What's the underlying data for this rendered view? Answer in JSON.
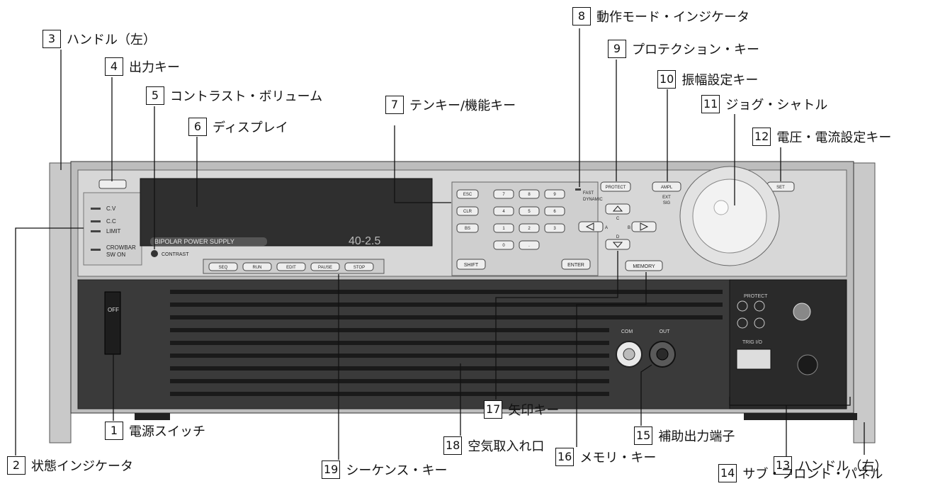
{
  "callouts": [
    {
      "num": "1",
      "label": "電源スイッチ"
    },
    {
      "num": "2",
      "label": "状態インジケータ"
    },
    {
      "num": "3",
      "label": "ハンドル（左）"
    },
    {
      "num": "4",
      "label": "出力キー"
    },
    {
      "num": "5",
      "label": "コントラスト・ボリューム"
    },
    {
      "num": "6",
      "label": "ディスプレイ"
    },
    {
      "num": "7",
      "label": "テンキー/機能キー"
    },
    {
      "num": "8",
      "label": "動作モード・インジケータ"
    },
    {
      "num": "9",
      "label": "プロテクション・キー"
    },
    {
      "num": "10",
      "label": "振幅設定キー"
    },
    {
      "num": "11",
      "label": "ジョグ・シャトル"
    },
    {
      "num": "12",
      "label": "電圧・電流設定キー"
    },
    {
      "num": "13",
      "label": "ハンドル（右）"
    },
    {
      "num": "14",
      "label": "サブ・フロント・パネル"
    },
    {
      "num": "15",
      "label": "補助出力端子"
    },
    {
      "num": "16",
      "label": "メモリ・キー"
    },
    {
      "num": "17",
      "label": "矢印キー"
    },
    {
      "num": "18",
      "label": "空気取入れ口"
    },
    {
      "num": "19",
      "label": "シーケンス・キー"
    }
  ],
  "panel": {
    "power_switch": "OFF",
    "status_leds": [
      "C.V",
      "C.C",
      "LIMIT",
      "CROWBAR",
      "SW ON"
    ],
    "contrast": "CONTRAST",
    "display_text": "BIPOLAR POWER SUPPLY",
    "model": "40-2.5",
    "mode_leds": [
      "FAST",
      "DYNAMIC"
    ],
    "func_keys": [
      "ESC",
      "CLR",
      "BS"
    ],
    "digit_keys": [
      "7",
      "8",
      "9",
      "4",
      "5",
      "6",
      "1",
      "2",
      "3",
      "0",
      "."
    ],
    "shift": "SHIFT",
    "enter": "ENTER",
    "seq_keys": [
      "SEQ",
      "RUN",
      "EDIT",
      "PAUSE",
      "STOP"
    ],
    "protect": "PROTECT",
    "ampl": "AMPL",
    "ampl_sub": [
      "EXT",
      "SIG"
    ],
    "set": "SET",
    "memory": "MEMORY",
    "arrow_letters": [
      "C",
      "A",
      "B",
      "D"
    ],
    "output_labels": [
      "COM",
      "OUT"
    ],
    "subpanel_protect": "PROTECT",
    "trig": "TRIG I/O"
  }
}
